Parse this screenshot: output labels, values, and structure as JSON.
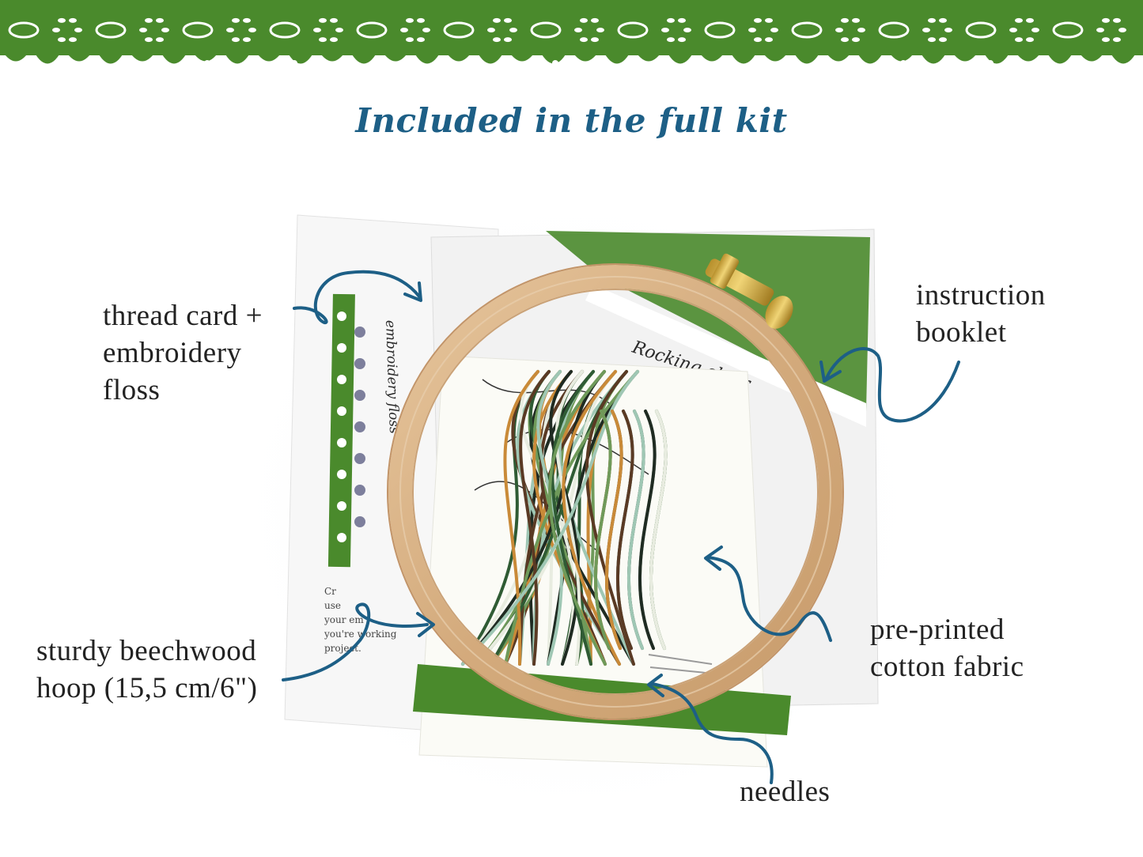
{
  "title": "Included in the full kit",
  "labels": {
    "thread_card": [
      "thread card +",
      "embroidery",
      "floss"
    ],
    "instruction_booklet": [
      "instruction",
      "booklet"
    ],
    "fabric": [
      "pre-printed",
      "cotton fabric"
    ],
    "hoop": [
      "sturdy beechwood",
      "hoop (15,5 cm/6\")"
    ],
    "needles": [
      "needles"
    ]
  },
  "booklet_heading": "Rocking chair",
  "thread_card_text": "embroidery floss",
  "card_footer_lines": [
    "Cr",
    "use",
    "your em",
    "you're working",
    "project."
  ],
  "colors": {
    "lace_green": "#4a8a2c",
    "title_blue": "#1d5f86",
    "arrow_blue": "#1d5f86",
    "hoop_wood": "#d9b58a",
    "thread_colors": [
      "#2f5b34",
      "#6f9a5a",
      "#c98a38",
      "#5a3a24",
      "#9fc7b4",
      "#1f2b22",
      "#e8ece0"
    ]
  },
  "icons": [
    "lace-border-icon",
    "curved-arrow-icon",
    "brass-screw-icon"
  ]
}
